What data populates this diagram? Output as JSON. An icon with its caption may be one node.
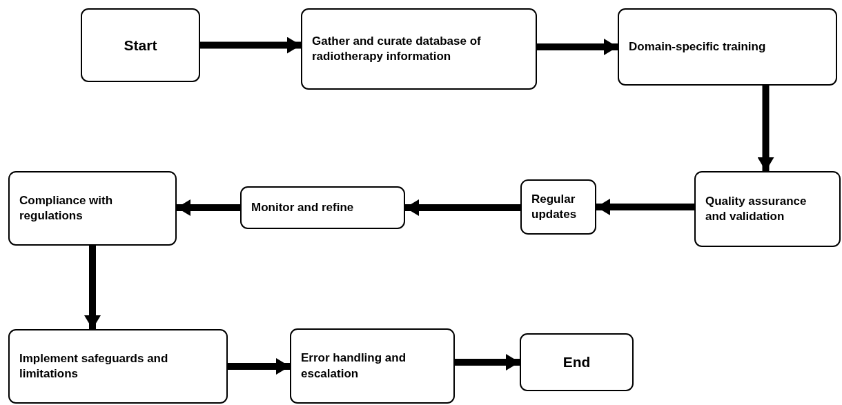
{
  "diagram": {
    "nodes": [
      {
        "text": [
          "Start"
        ]
      },
      {
        "text": [
          "Gather and curate database of radiotherapy information"
        ]
      },
      {
        "text": [
          "Domain-specific training"
        ]
      },
      {
        "text": [
          "Quality assurance and validation"
        ]
      },
      {
        "text": [
          "Regular updates"
        ]
      },
      {
        "text": [
          "Monitor and refine"
        ]
      },
      {
        "text": [
          "Compliance with regulations"
        ]
      },
      {
        "text": [
          "Implement safeguards and limitations"
        ]
      },
      {
        "text": [
          "Error handling and escalation"
        ]
      },
      {
        "text": [
          "End"
        ]
      }
    ],
    "edges": [
      {
        "from": 0,
        "to": 1,
        "arrow": "to"
      },
      {
        "from": 1,
        "to": 2,
        "arrow": "to"
      },
      {
        "from": 2,
        "to": 3,
        "arrow": "to"
      },
      {
        "from": 3,
        "to": 4,
        "arrow": "to"
      },
      {
        "from": 4,
        "to": 5,
        "arrow": "to"
      },
      {
        "from": 5,
        "to": 6,
        "arrow": "to"
      },
      {
        "from": 6,
        "to": 7,
        "arrow": "to"
      },
      {
        "from": 7,
        "to": 8,
        "arrow": "to"
      },
      {
        "from": 8,
        "to": 9,
        "arrow": "to"
      }
    ]
  }
}
